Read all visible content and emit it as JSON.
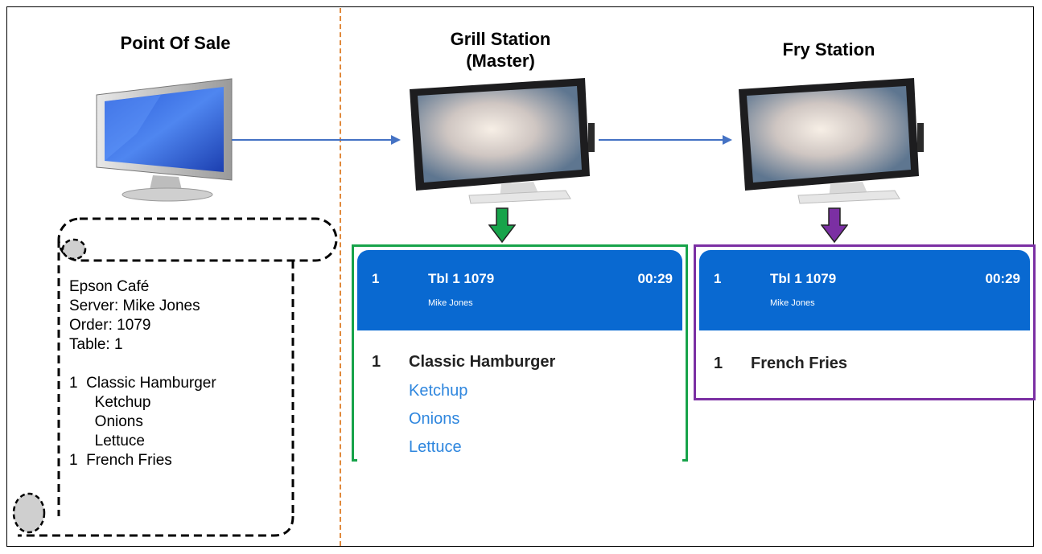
{
  "colors": {
    "header_blue": "#0969d1",
    "modifier_blue": "#2e86de",
    "grill_border": "#17a34a",
    "fry_border": "#7b2fa3",
    "flow_arrow": "#4472c4",
    "divider": "#e0883a"
  },
  "titles": {
    "pos": "Point Of Sale",
    "grill_line1": "Grill Station",
    "grill_line2": "(Master)",
    "fry": "Fry Station"
  },
  "receipt": {
    "lines": [
      "Epson Café",
      "Server: Mike Jones",
      "Order: 1079",
      "Table: 1",
      "",
      "1  Classic Hamburger",
      "      Ketchup",
      "      Onions",
      "      Lettuce",
      "1  French Fries"
    ]
  },
  "grill_ticket": {
    "number": "1",
    "table": "Tbl 1 1079",
    "time": "00:29",
    "server": "Mike Jones",
    "item_qty": "1",
    "item_name": "Classic Hamburger",
    "modifiers": [
      "Ketchup",
      "Onions",
      "Lettuce"
    ]
  },
  "fry_ticket": {
    "number": "1",
    "table": "Tbl 1 1079",
    "time": "00:29",
    "server": "Mike Jones",
    "item_qty": "1",
    "item_name": "French Fries"
  }
}
